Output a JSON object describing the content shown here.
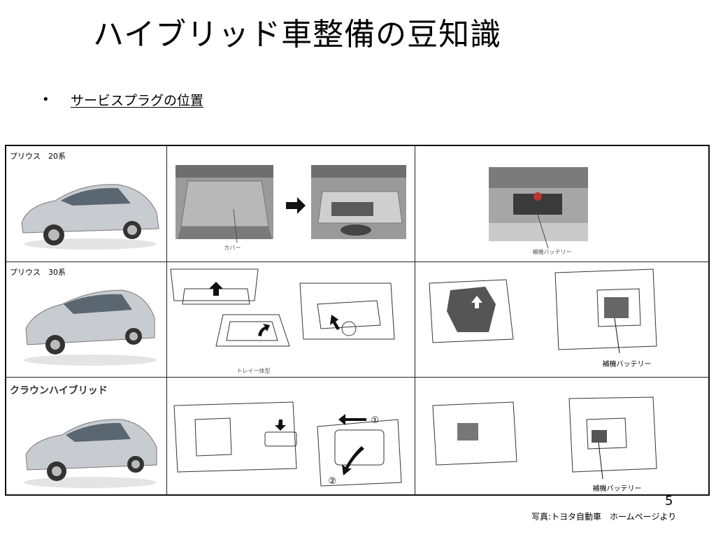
{
  "slide": {
    "title": "ハイブリッド車整備の豆知識",
    "bullet": "サービスプラグの位置",
    "page_number": "5",
    "credit": "写真:トヨタ自動車　ホームページより"
  },
  "rows": [
    {
      "car_label": "プリウス　20系",
      "captions": [
        "カバー",
        "補機バッテリー"
      ]
    },
    {
      "car_label": "プリウス　30系",
      "captions": [
        "トレイ一体型",
        "補機バッテリー"
      ]
    },
    {
      "car_label": "クラウンハイブリッド",
      "captions": [
        "①",
        "②",
        "補機バッテリー"
      ]
    }
  ],
  "colors": {
    "car_silver": "#c8ccd0",
    "border": "#222222",
    "photo_gray": "#8a8a8a"
  }
}
